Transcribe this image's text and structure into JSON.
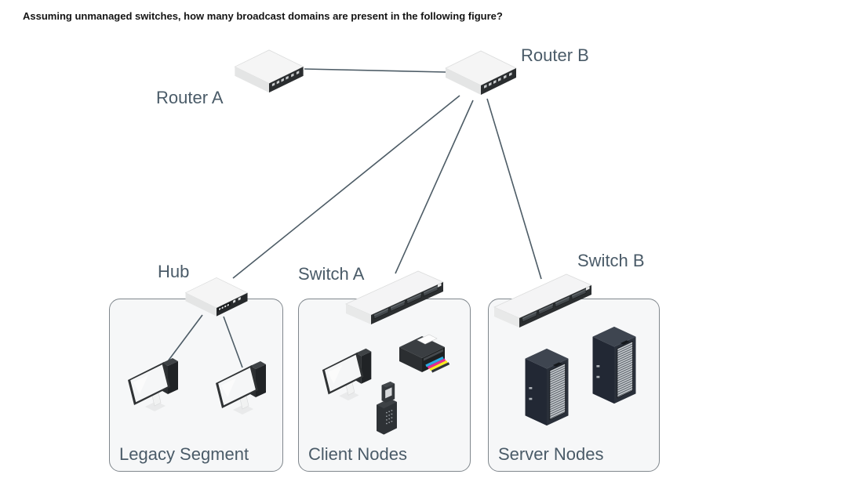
{
  "question": "Assuming unmanaged switches, how many broadcast domains are present in the following figure?",
  "diagram": {
    "nodes": {
      "router_a": {
        "label": "Router A",
        "icon": "router-icon"
      },
      "router_b": {
        "label": "Router B",
        "icon": "router-icon"
      },
      "hub": {
        "label": "Hub",
        "icon": "hub-icon"
      },
      "switch_a": {
        "label": "Switch A",
        "icon": "switch-icon"
      },
      "switch_b": {
        "label": "Switch B",
        "icon": "switch-icon"
      }
    },
    "groups": {
      "legacy": {
        "label": "Legacy Segment",
        "devices": [
          "desktop-computer-icon",
          "desktop-computer-icon"
        ]
      },
      "client": {
        "label": "Client Nodes",
        "devices": [
          "desktop-computer-icon",
          "printer-icon",
          "ip-phone-icon"
        ]
      },
      "server": {
        "label": "Server Nodes",
        "devices": [
          "server-rack-icon",
          "server-rack-icon"
        ]
      }
    },
    "connections": [
      {
        "from": "Router A",
        "to": "Router B"
      },
      {
        "from": "Router B",
        "to": "Hub"
      },
      {
        "from": "Router B",
        "to": "Switch A"
      },
      {
        "from": "Router B",
        "to": "Switch B"
      },
      {
        "from": "Hub",
        "to": "Legacy Segment computer 1"
      },
      {
        "from": "Hub",
        "to": "Legacy Segment computer 2"
      }
    ],
    "colors": {
      "connection_line": "#4d5c66",
      "label_text": "#4a5b68",
      "group_box_border": "#80878d",
      "group_box_fill": "#f6f7f8"
    }
  }
}
